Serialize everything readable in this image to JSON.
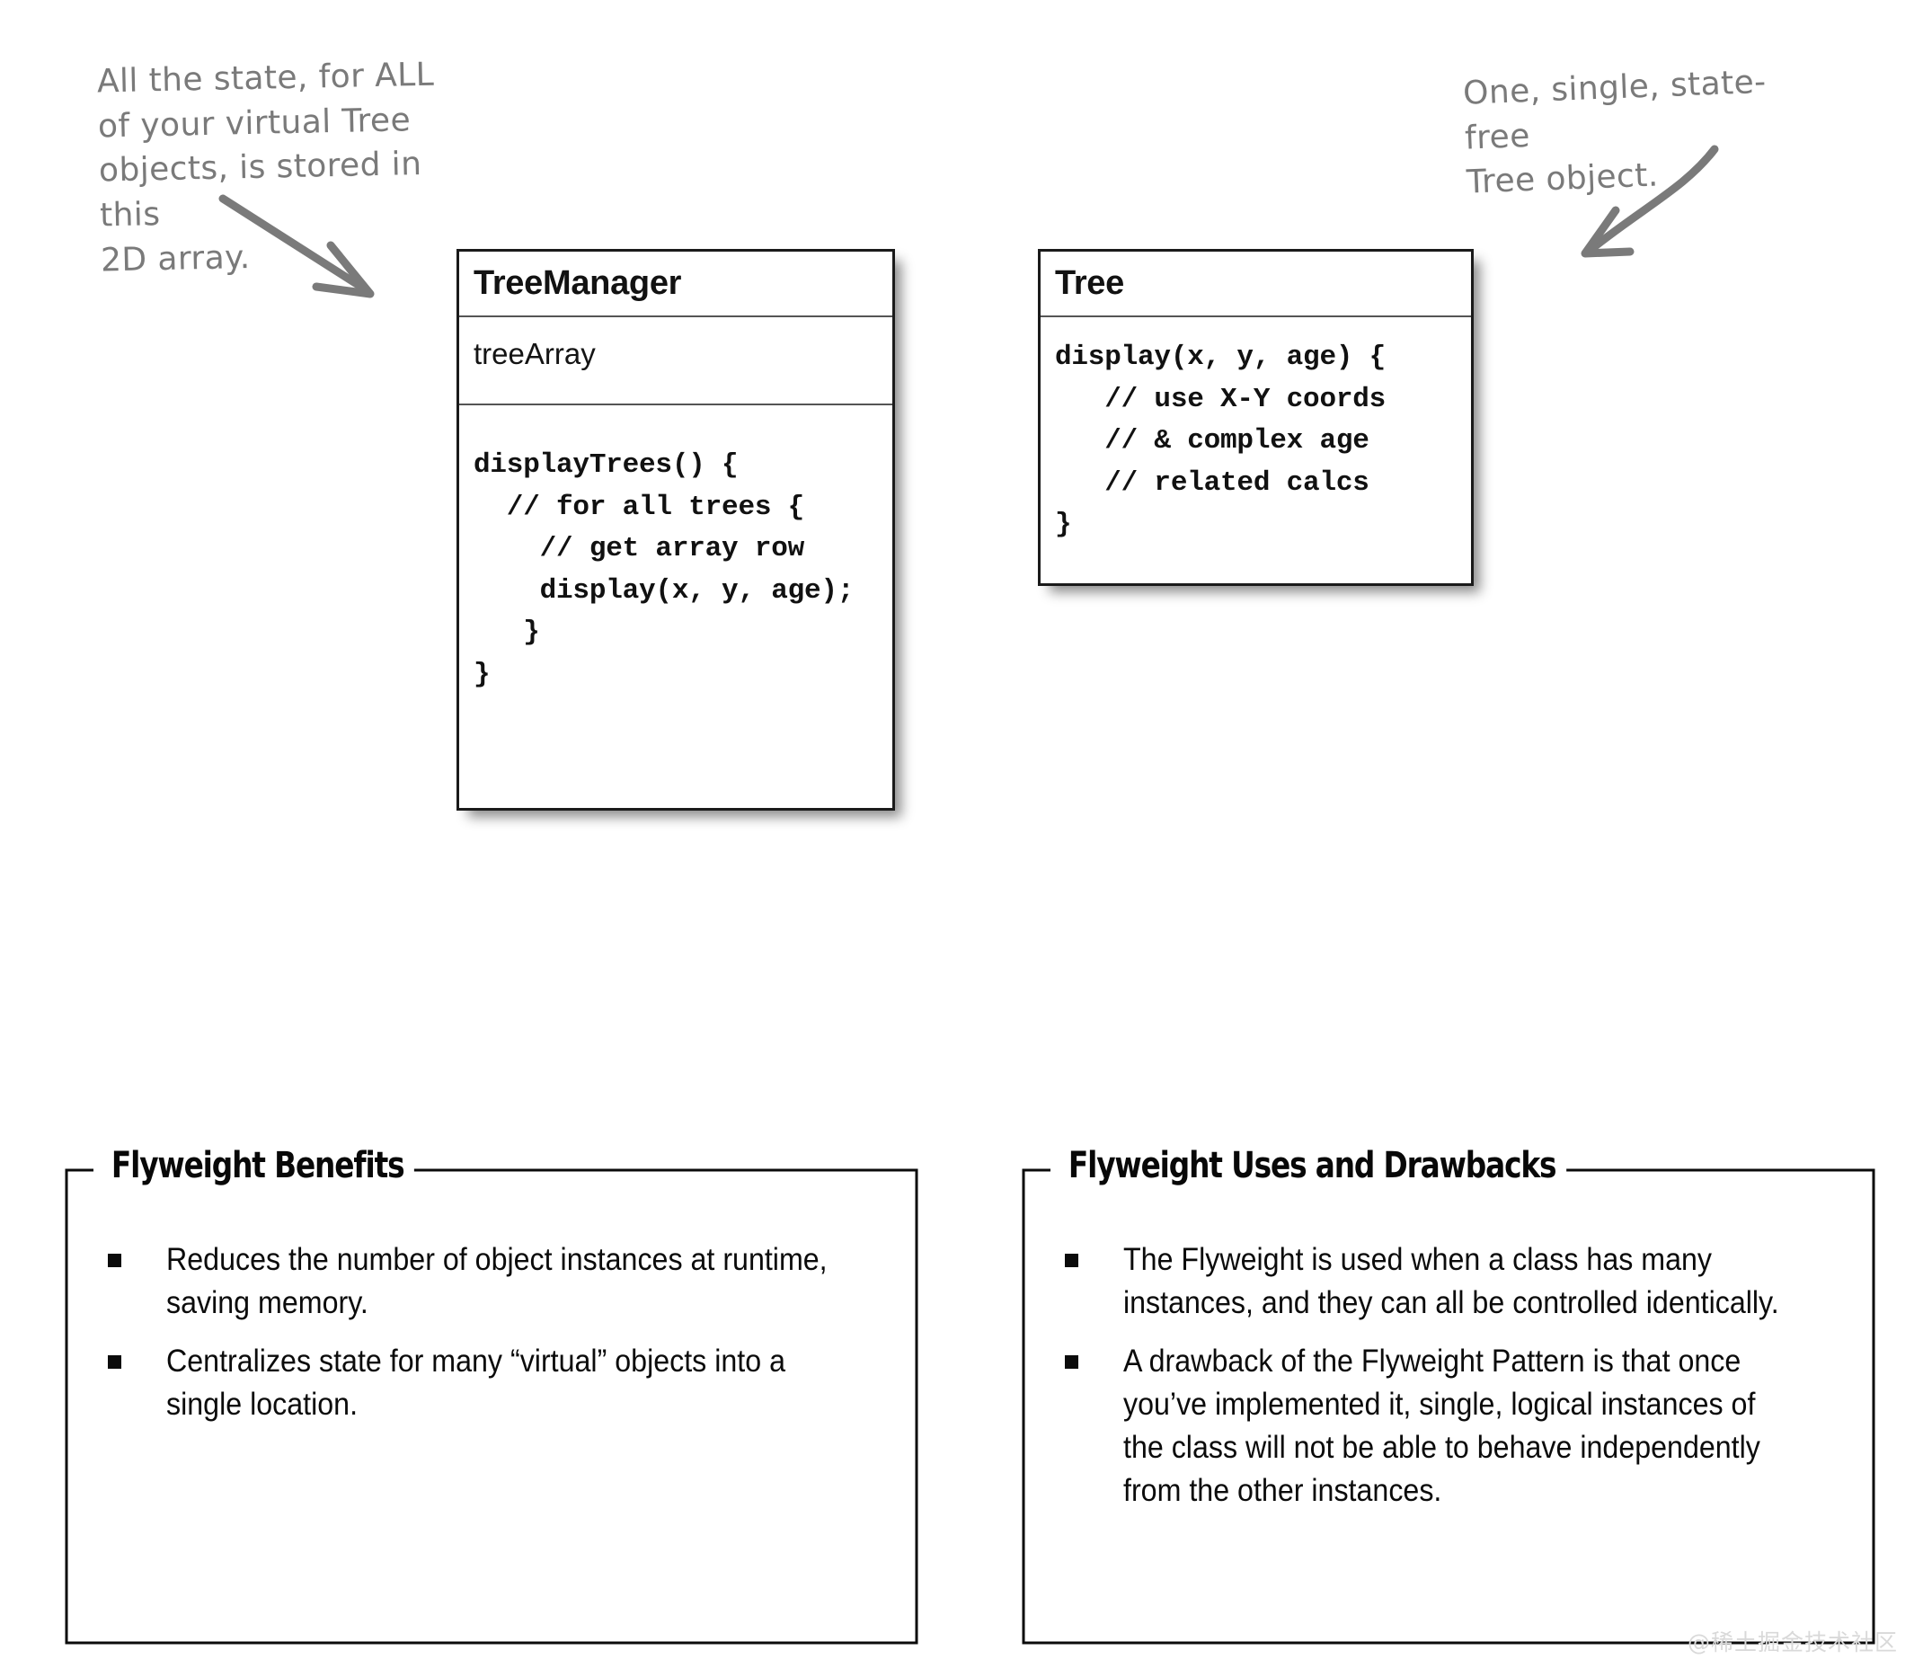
{
  "annotations": {
    "left": "All the state, for ALL\nof your virtual Tree\nobjects, is stored in this\n2D array.",
    "right": "One, single, state-free\nTree object."
  },
  "diagram": {
    "classes": [
      {
        "name": "TreeManager",
        "attributes": "treeArray",
        "code": "displayTrees() {\n  // for all trees {\n    // get array row\n    display(x, y, age);\n   }\n}"
      },
      {
        "name": "Tree",
        "code": "display(x, y, age) {\n   // use X-Y coords\n   // & complex age\n   // related calcs\n}"
      }
    ]
  },
  "panels": [
    {
      "title": "Flyweight Benefits",
      "bullets": [
        "Reduces the number of object instances at runtime, saving memory.",
        "Centralizes state for many “virtual” objects into a single location."
      ]
    },
    {
      "title": "Flyweight Uses and Drawbacks",
      "bullets": [
        "The Flyweight is used when a class has many instances, and they can all be controlled identically.",
        "A drawback of the Flyweight Pattern is that once you’ve implemented it, single, logical instances of the class will not be able to behave independently from the other instances."
      ]
    }
  ],
  "watermark": "@稀土掘金技术社区",
  "colors": {
    "ink": "#0b0b0b",
    "handwriting": "#7a7a7a",
    "box_border": "#1a1a1a",
    "watermark": "#d9d9d9"
  }
}
